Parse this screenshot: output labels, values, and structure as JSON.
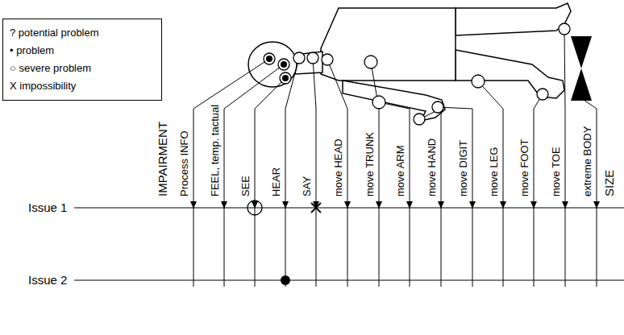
{
  "diagram": {
    "labels": [
      "IMPAIRMENT",
      "Process INFO",
      "FEEL, temp. tactual",
      "SEE",
      "HEAR",
      "SAY",
      "move HEAD",
      "move TRUNK",
      "move ARM",
      "move HAND",
      "move DIGIT",
      "move LEG",
      "move FOOT",
      "move TOE",
      "extreme BODY",
      "SIZE",
      "Issue 1",
      "Issue 2"
    ],
    "legend": [
      {
        "text": "? potential problem"
      },
      {
        "text": "• problem"
      },
      {
        "text": "○ severe problem"
      },
      {
        "text": "X impossibility"
      }
    ]
  }
}
